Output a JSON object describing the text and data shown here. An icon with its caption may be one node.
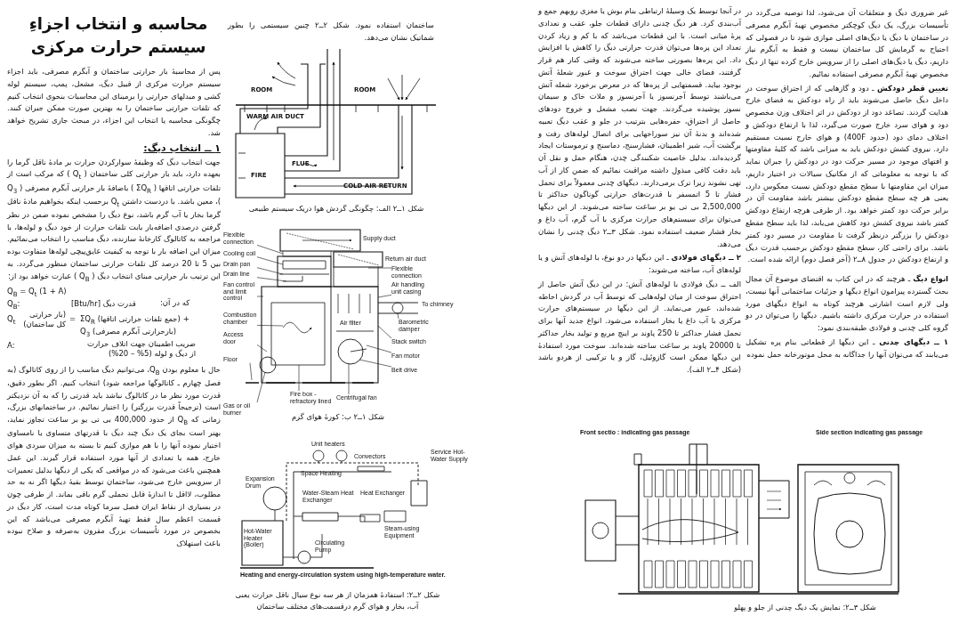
{
  "diagram": {
    "title": "محاسبه و انتخاب اجزاءِ سیستم حرارت مرکزی",
    "nodes": [
      {
        "text": [
          "Flexible connection"
        ]
      },
      {
        "text": [
          "Cooling coil"
        ]
      },
      {
        "text": [
          "Drain pan"
        ]
      },
      {
        "text": [
          "Drain line"
        ]
      },
      {
        "text": [
          "Fan control and limit control"
        ]
      },
      {
        "text": [
          "Combustion chamber"
        ]
      },
      {
        "text": [
          "Access door"
        ]
      },
      {
        "text": [
          "Floor"
        ]
      },
      {
        "text": [
          "Gas or oil burner"
        ]
      },
      {
        "text": [
          "Fire box - refractory lined"
        ]
      },
      {
        "text": [
          "Centrifugal fan"
        ]
      },
      {
        "text": [
          "Belt drive"
        ]
      },
      {
        "text": [
          "Fan motor"
        ]
      },
      {
        "text": [
          "Stack switch"
        ]
      },
      {
        "text": [
          "Barometric damper"
        ]
      },
      {
        "text": [
          "Air handling unit casing"
        ]
      },
      {
        "text": [
          "Flexible connection"
        ]
      }
    ],
    "edges": [
      {
        "from": 0,
        "to": null,
        "arrow": "none"
      },
      {
        "from": 1,
        "to": null,
        "arrow": "none"
      },
      {
        "from": 2,
        "to": null,
        "arrow": "none"
      },
      {
        "from": 3,
        "to": null,
        "arrow": "none"
      },
      {
        "from": 4,
        "to": null,
        "arrow": "none"
      },
      {
        "from": 5,
        "to": null,
        "arrow": "none"
      },
      {
        "from": 6,
        "to": null,
        "arrow": "none"
      },
      {
        "from": 7,
        "to": null,
        "arrow": "none"
      },
      {
        "from": 8,
        "to": null,
        "arrow": "none"
      },
      {
        "from": 9,
        "to": null,
        "arrow": "none"
      },
      {
        "from": 10,
        "to": null,
        "arrow": "none"
      },
      {
        "from": 11,
        "to": null,
        "arrow": "none"
      },
      {
        "from": 12,
        "to": null,
        "arrow": "none"
      },
      {
        "from": 13,
        "to": null,
        "arrow": "none"
      },
      {
        "from": 14,
        "to": null,
        "arrow": "none"
      },
      {
        "from": 15,
        "to": null,
        "arrow": "none"
      },
      {
        "from": 16,
        "to": null,
        "arrow": "none"
      }
    ],
    "labels": [
      "پس از محاسبهٔ بار حرارتی ساختمان و آبگرم مصرفی، باید اجزاء سیستم حرارت مرکزی از قبیل دیگ، مشعل، پمپ، سیستم لوله کشی و مبدلهای حرارتی را برمبنای این محاسبات بنحوی انتخاب کنیم که تلفات حرارتی ساختمان را به بهترین صورت ممکن جبران کنند. چگونگی محاسبه یا انتخاب این اجزاء، در مبحث جاری تشریح خواهد شد.",
      "۱ ــ انتخاب دیگ:",
      "جهت انتخاب دیگ که وظیفهٔ سوارکردن حرارت بر مادهٔ ناقل گرما را بعهده دارد، باید بار حرارتی کلی ساختمان ( Q$_{t}$ ) که مرکب است از تلفات حرارتی اتاقها ( ΣQ$_{R}$ ) باضافهٔ بار حرارتی آبگرم مصرفی ( Q$_{3}$ )، معین باشد. با دردست داشتن Q$_{t}$ برحسب اینکه بخواهیم مادهٔ ناقل گرما بخار یا آب گرم باشد، نوع دیگ را مشخص نموده ضمن در نظر گرفتن درصدی اضافه‌بار بابت تلفات حرارت از خود دیگ و لوله‌ها، با مراجعه به کاتالوگ کارخانهٔ سازنده، دیگ مناسب را انتخاب می‌نمائیم. میزان این اضافه بار با توجه به کیفیت عایق‌پیچی لوله‌ها متفاوت بوده بین 5 تا 20 درصد کل تلفات حرارتی ساختمان منظور می‌گردد. به این ترتیب بار حرارتی مبنای انتخاب دیگ ( Q$_{B}$ ) عبارت خواهد بود از:",
      "Q$_{B}$ = Q$_{t}$ (1 + A)",
      "Q$_{B}$:",
      "قدرت دیگ [Btu/hr]",
      "که در آن:",
      "Q$_{t}$",
      "(بار حرارتی کل ساختمان)",
      "=",
      "+ (جمع تلفات حرارتی اتاقها) ΣQ$_{R}$",
      "(بارحرارتی آبگرم مصرفی) Q$_{3}$",
      "A:",
      "ضریب اطمینان جهت اتلاف حرارت از دیگ و لوله (5% – 20%)",
      "حال با معلوم بودن Q$_{B}$، می‌توانیم دیگ مناسب را از روی کاتالوگ (به فصل چهارم ـ کاتالوگها مراجعه شود) انتخاب کنیم. اگر بطور دقیق، قدرت مورد نظر ما در کاتالوگ نباشد باید قدرتی را که به آن نزدیکتر است (ترجیحاً قدرت بزرگتر) را اختیار نمائیم. در ساختمانهای بزرگ، زمانی که Q$_{B}$ از حدود 400,000 بی تی یو بر ساعت تجاوز نماید، بهتر است بجای یک دیگ چند دیگ با قدرتهای متساوی یا نامساوی اختیار نموده آنها را با هم موازی کنیم تا بسته به میزان سردی هوای خارج، همه یا تعدادی از آنها مورد استفاده قرار گیرند. این عمل همچنین باعث می‌شود که در مواقعی که یکی از دیگها بدلیل تعمیرات از سرویس خارج می‌شود، ساختمان توسط بقیهٔ دیگها اگر نه به حد مطلوب، لااقل تا اندازهٔ قابل تحملی گرم باقی بماند. از طرفی چون در بسیاری از نقاط ایران فصل سرما کوتاه مدت است، کار دیگ در قسمت اعظم سال فقط تهیهٔ آبگرم مصرفی می‌باشد که این بخصوص در مورد تأسیسات بزرگ مقرون به‌صرفه و صلاح نبوده باعث استهلاک",
      "ساختمان استفاده نمود. شکل ۲ــ۲ چنین سیستمی را بطور شماتیک نشان می‌دهد.",
      "ROOM",
      "ROOM",
      "WARM AIR DUCT",
      "FLUE",
      "FIRE",
      "COLD AIR RETURN",
      "شکل ۱ــ۲ الف: چگونگی گردش هوا دریک سیستم طبیعی",
      "Supply duct",
      "Return air duct",
      "Air filter",
      "To chimney",
      "شکل ۱ــ۲ ب: کورهٔ هوای گرم",
      "Unit heaters",
      "Convectors",
      "Service Hot-Water Supply",
      "Space Heating",
      "Heat Exchanger",
      "Expansion Drum",
      "Water-Steam Heat Exchanger",
      "Hot-Water Heater (Boiler)",
      "Circulating Pump",
      "Steam-using Equipment",
      "Heating and energy-circulation system using high-temperature water.",
      "شکل ۲ــ۲: استفادهٔ همزمان از هر سه نوع سیال ناقل حرارت یعنی آب، بخار و هوای گرم درقسمت‌های مختلف ساختمان",
      "غیر ضروری دیگ و متعلقات آن می‌شود، لذا توصیه می‌گردد در تأسیسات بزرگ، یک دیگ کوچکتر مخصوص تهیهٔ آبگرم مصرفی در ساختمان با دیگ یا دیگ‌های اصلی موازی شود تا در فصولی که احتیاج به گرمایش کل ساختمان نیست و فقط به آبگرم نیاز داریم، دیگ یا دیگ‌های اصلی را از سرویس خارج کرده تنها از دیگ مخصوص تهیهٔ آبگرم مصرفی استفاده نمائیم.",
      "**تعیین قطر دودکش** ـ دود و گازهایی که از احتراق سوخت در داخل دیگ حاصل می‌شوند باید از راه دودکش به فضای خارج هدایت گردند. تصاعد دود از دودکش در اثر اختلاف وزن مخصوص دود و هوای سرد خارج صورت می‌گیرد، لذا با ارتفاع دودکش و اختلاف دمای دود (حدود 400F) و هوای خارج نسبت مستقیم دارد. نیروی کشش دودکش باید به میزانی باشد که کلیهٔ مقاومتها و افتهای موجود در مسیر حرکت دود در دودکش را جبران نماید که با توجه به معلوماتی که از مکانیک سیالات در اختیار داریم، میزان این مقاومتها با سطح مقطع دودکش نسبت معکوس دارد، یعنی هر چه سطح مقطع دودکش بیشتر باشد مقاومت آن در برابر حرکت دود کمتر خواهد بود. از طرفی هرچه ارتفاع دودکش کمتر باشد نیروی کشش دود کاهش می‌یابد، لذا باید سطح مقطع دودکش را بزرگتر درنظر گرفت تا مقاومت در مسیر دود کمتر باشد. برای راحتی کار، سطح مقطع دودکش برحسب قدرت دیگ و ارتفاع دودکش در جدول ۸ــ۲ (آخر فصل دوم) ارائه شده است.",
      "**انواع دیگ** ـ هرچند که در این کتاب به اقتضای موضوع آن مجال بحث گسترده پیرامون انواع دیگها و جزئیات ساختمانی آنها نیست، ولی لازم است اشارتی هرچند کوتاه به انواع دیگهای مورد استفاده در حرارت مرکزی داشته باشیم. دیگها را می‌توان در دو گروه کلی چدنی و فولادی طبقه‌بندی نمود:",
      "**۱ ــ دیگهای چدنی** ـ این دیگها از قطعاتی بنام پره تشکیل می‌یابند که می‌توان آنها را جداگانه به محل موتورخانه حمل نموده",
      "در آنجا توسط یک وسیلهٔ ارتباطی بنام بوش یا مغزی روبهم جمع و آب‌بندی کرد. هر دیگ چدنی دارای قطعات جلو، عقب و تعدادی پرهٔ میانی است. با این قطعات می‌باشد که با کم و زیاد کردن تعداد این پره‌ها می‌توان قدرت حرارتی دیگ را کاهش یا افزایش داد. این پره‌ها بصورتی ساخته می‌شوند که وقتی کنار هم قرار گرفتند، فضای خالی جهت احتراق سوخت و عبور شعلهٔ آتش بوجود بیاید. قسمتهایی از پره‌ها که در معرض برخورد شعله آتش می‌باشند توسط آجرنسوز یا آجرنسوز و ملات خاک و سیمان نسوز پوشیده می‌گردند. جهت نصب مشعل و خروج دودهای حاصل از احتراق، حفره‌هایی بترتیب در جلو و عقب دیگ تعبیه شده‌اند و بدنهٔ آن نیز سوراخهایی برای اتصال لوله‌های رفت و برگشت آب، شیر اطمینان، فشارسنج، دماسنج و ترموستات ایجاد گردیده‌اند. بدلیل خاصیت شکنندگی چدن، هنگام حمل و نقل آن باید دقت کافی مبذول داشته مراقبت نمائیم که ضمن کار از آب تهی نشوند زیرا ترک برمی‌دارند. دیگهای چدنی معمولاً برای تحمل فشار تا 5 اتمسفر با قدرت‌های حرارتی گوناگون حداکثر تا 2,500,000 بی تی یو بر ساعت ساخته می‌شوند. از این دیگها می‌توان برای سیستم‌های حرارت مرکزی با آب گرم، آب داغ و بخار فشار ضعیف استفاده نمود. شکل ۳ــ۲ دیگ چدنی را نشان می‌دهد.",
      "**۲ ــ دیگهای فولادی** ـ این دیگها در دو نوع، با لوله‌های آتش و یا لوله‌های آب، ساخته می‌شوند:",
      "الف ــ دیگ فولادی با لوله‌های آتش: در این دیگ آتش حاصل از احتراق سوخت از میان لوله‌هایی که توسط آب در گردش احاطه شده‌اند، عبور می‌نماید. از این دیگها در سیستم‌های حرارت مرکزی با آب داغ یا بخار استفاده می‌شود. انواع جدید آنها برای تحمل فشار حداکثر تا 250 پاوند بر اینچ مربع و تولید بخار حداکثر تا 20000 پاوند بر ساعت ساخته شده‌اند. سوخت مورد استفادهٔ این دیگها ممکن است گازوئیل، گاز و یا ترکیبی از هردو باشد (شکل ۴ــ۲ الف).",
      "Front sectio : indicating gas passage",
      "Side section indicating gas passage",
      "شکل ۳ــ۲: نمایش یک دیگ چدنی از جلو و پهلو"
    ]
  }
}
